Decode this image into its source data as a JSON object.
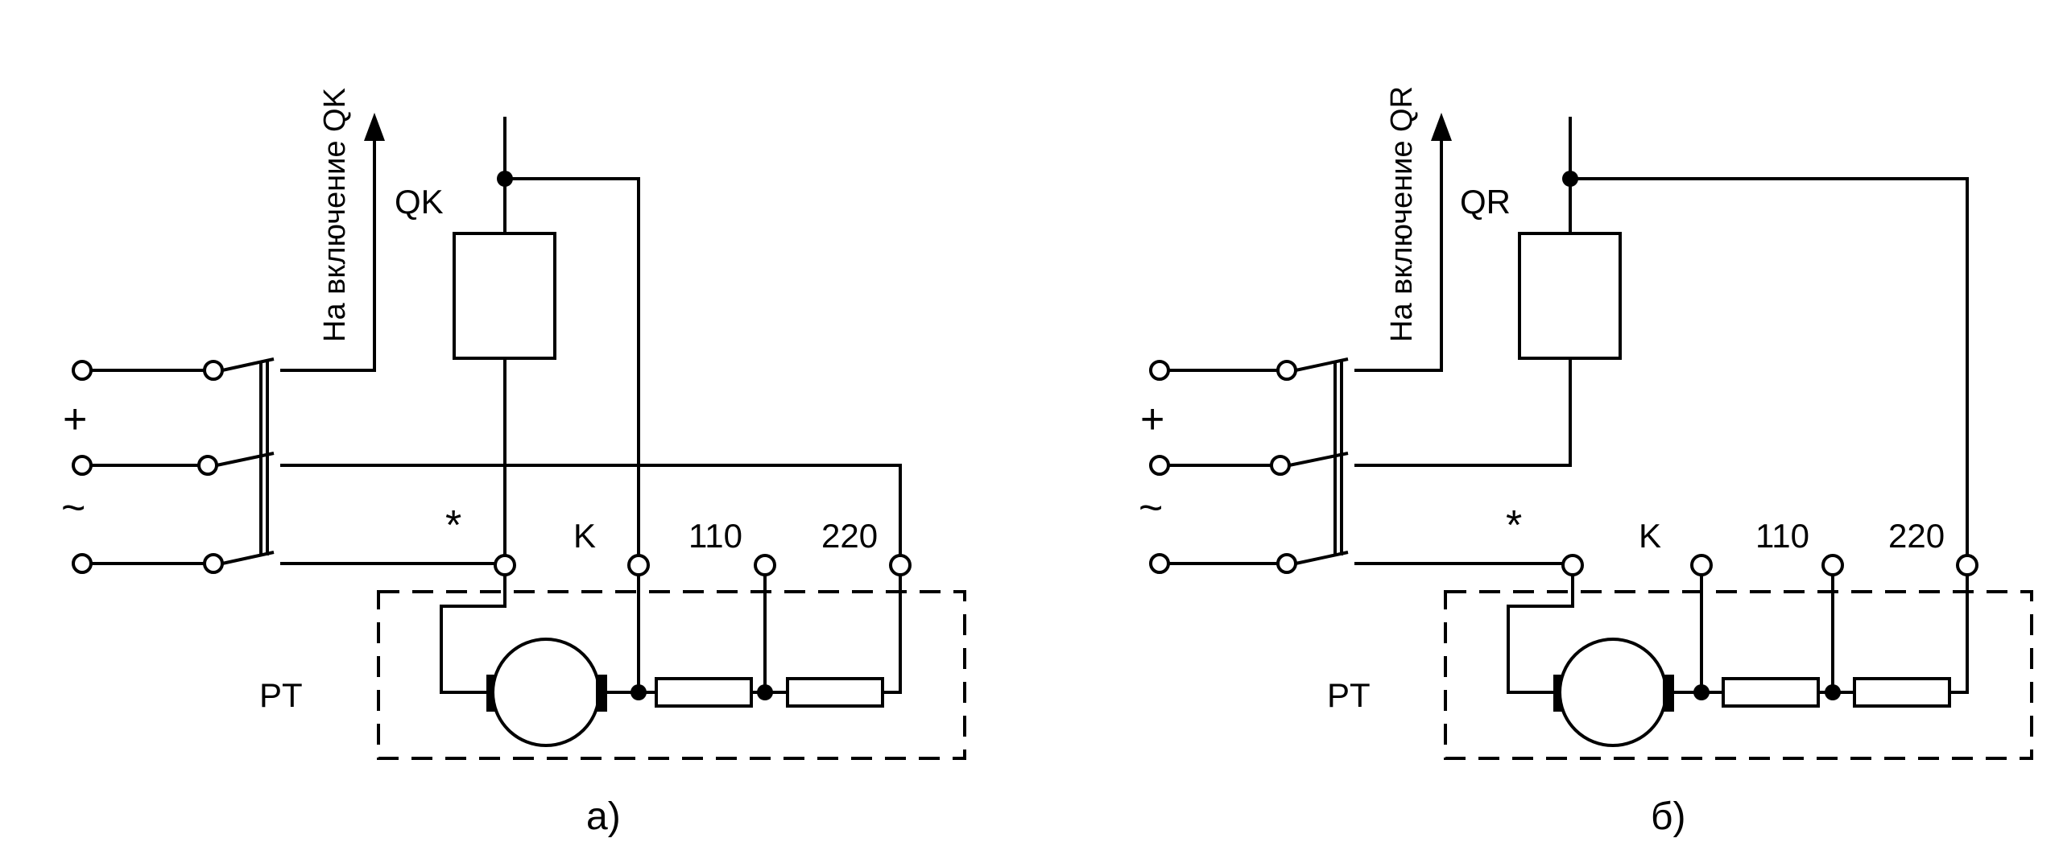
{
  "diagrams": [
    {
      "relay_label": "QK",
      "arrow_label": "На включение QK",
      "plus_sign": "+",
      "ac_sign": "~",
      "star": "*",
      "terminal_k": "K",
      "terminal_110": "110",
      "terminal_220": "220",
      "device_label": "PT",
      "caption": "а)",
      "top_wire": "to_k"
    },
    {
      "relay_label": "QR",
      "arrow_label": "На включение QR",
      "plus_sign": "+",
      "ac_sign": "~",
      "star": "*",
      "terminal_k": "K",
      "terminal_110": "110",
      "terminal_220": "220",
      "device_label": "PT",
      "caption": "б)",
      "top_wire": "to_220"
    }
  ]
}
